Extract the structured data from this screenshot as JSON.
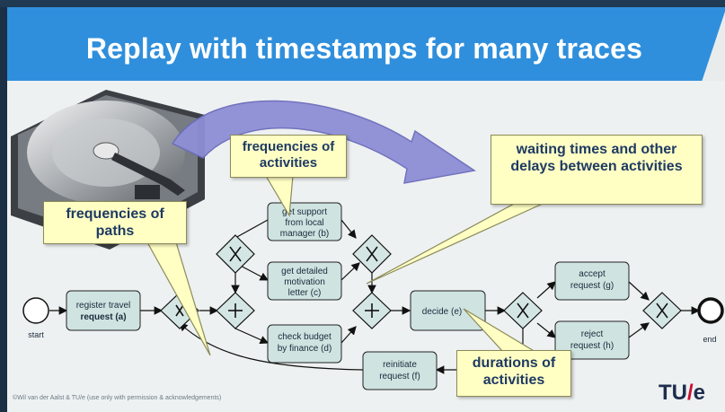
{
  "slide": {
    "title": "Replay with timestamps for many traces",
    "footer": "©Wil van der Aalst & TU/e (use only with permission & acknowledgements)",
    "logo": {
      "part1": "TU",
      "slash": "/",
      "part2": "e"
    }
  },
  "callouts": {
    "frequencies_of_activities": "frequencies of activities",
    "waiting_times": "waiting times and other delays between activities",
    "frequencies_of_paths": "frequencies of paths",
    "durations_of_activities": "durations of activities"
  },
  "diagram": {
    "start_label": "start",
    "end_label": "end",
    "activities": {
      "a": [
        "register travel",
        "request (a)"
      ],
      "b": [
        "get support",
        "from local",
        "manager (b)"
      ],
      "c": [
        "get detailed",
        "motivation",
        "letter (c)"
      ],
      "d": [
        "check budget",
        "by finance (d)"
      ],
      "e": [
        "decide (e)"
      ],
      "f": [
        "reinitiate",
        "request (f)"
      ],
      "g": [
        "accept",
        "request (g)"
      ],
      "h": [
        "reject",
        "request (h)"
      ]
    }
  },
  "colors": {
    "banner": "#2f8fdc",
    "note_fill": "#ffffc4",
    "activity_fill": "#cfe3e1",
    "arrow_fill": "#8e8fd6"
  }
}
